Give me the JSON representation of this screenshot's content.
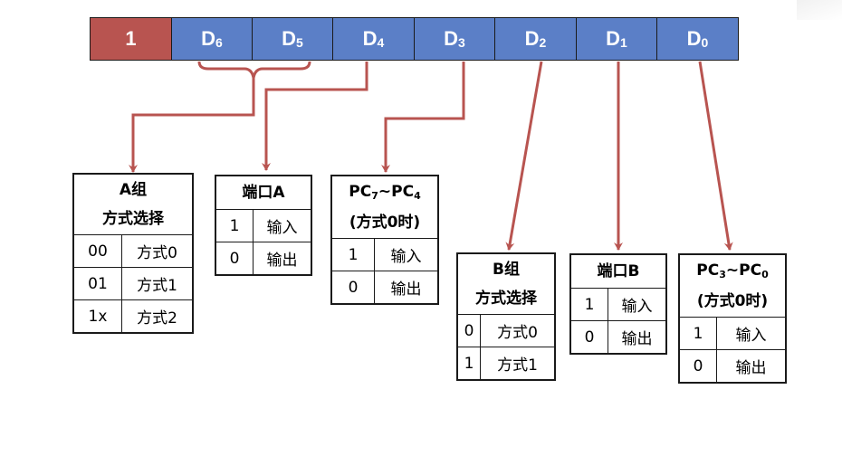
{
  "register": {
    "bits": [
      {
        "label": "1",
        "sub": "",
        "color": "#b85450"
      },
      {
        "label": "D",
        "sub": "6",
        "color": "#5b7fc7"
      },
      {
        "label": "D",
        "sub": "5",
        "color": "#5b7fc7"
      },
      {
        "label": "D",
        "sub": "4",
        "color": "#5b7fc7"
      },
      {
        "label": "D",
        "sub": "3",
        "color": "#5b7fc7"
      },
      {
        "label": "D",
        "sub": "2",
        "color": "#5b7fc7"
      },
      {
        "label": "D",
        "sub": "1",
        "color": "#5b7fc7"
      },
      {
        "label": "D",
        "sub": "0",
        "color": "#5b7fc7"
      }
    ]
  },
  "arrow_color": "#b85450",
  "boxes": {
    "groupA": {
      "title1": "A组",
      "title2": "方式选择",
      "rows": [
        [
          "00",
          "方式0"
        ],
        [
          "01",
          "方式1"
        ],
        [
          "1x",
          "方式2"
        ]
      ]
    },
    "portA": {
      "title": "端口A",
      "rows": [
        [
          "1",
          "输入"
        ],
        [
          "0",
          "输出"
        ]
      ]
    },
    "pcHigh": {
      "title_a": "PC",
      "title_a_sub": "7",
      "title_mid": "~PC",
      "title_b_sub": "4",
      "title2": "(方式0时)",
      "rows": [
        [
          "1",
          "输入"
        ],
        [
          "0",
          "输出"
        ]
      ]
    },
    "groupB": {
      "title1": "B组",
      "title2": "方式选择",
      "rows": [
        [
          "0",
          "方式0"
        ],
        [
          "1",
          "方式1"
        ]
      ]
    },
    "portB": {
      "title": "端口B",
      "rows": [
        [
          "1",
          "输入"
        ],
        [
          "0",
          "输出"
        ]
      ]
    },
    "pcLow": {
      "title_a": "PC",
      "title_a_sub": "3",
      "title_mid": "~PC",
      "title_b_sub": "0",
      "title2": "(方式0时)",
      "rows": [
        [
          "1",
          "输入"
        ],
        [
          "0",
          "输出"
        ]
      ]
    }
  }
}
